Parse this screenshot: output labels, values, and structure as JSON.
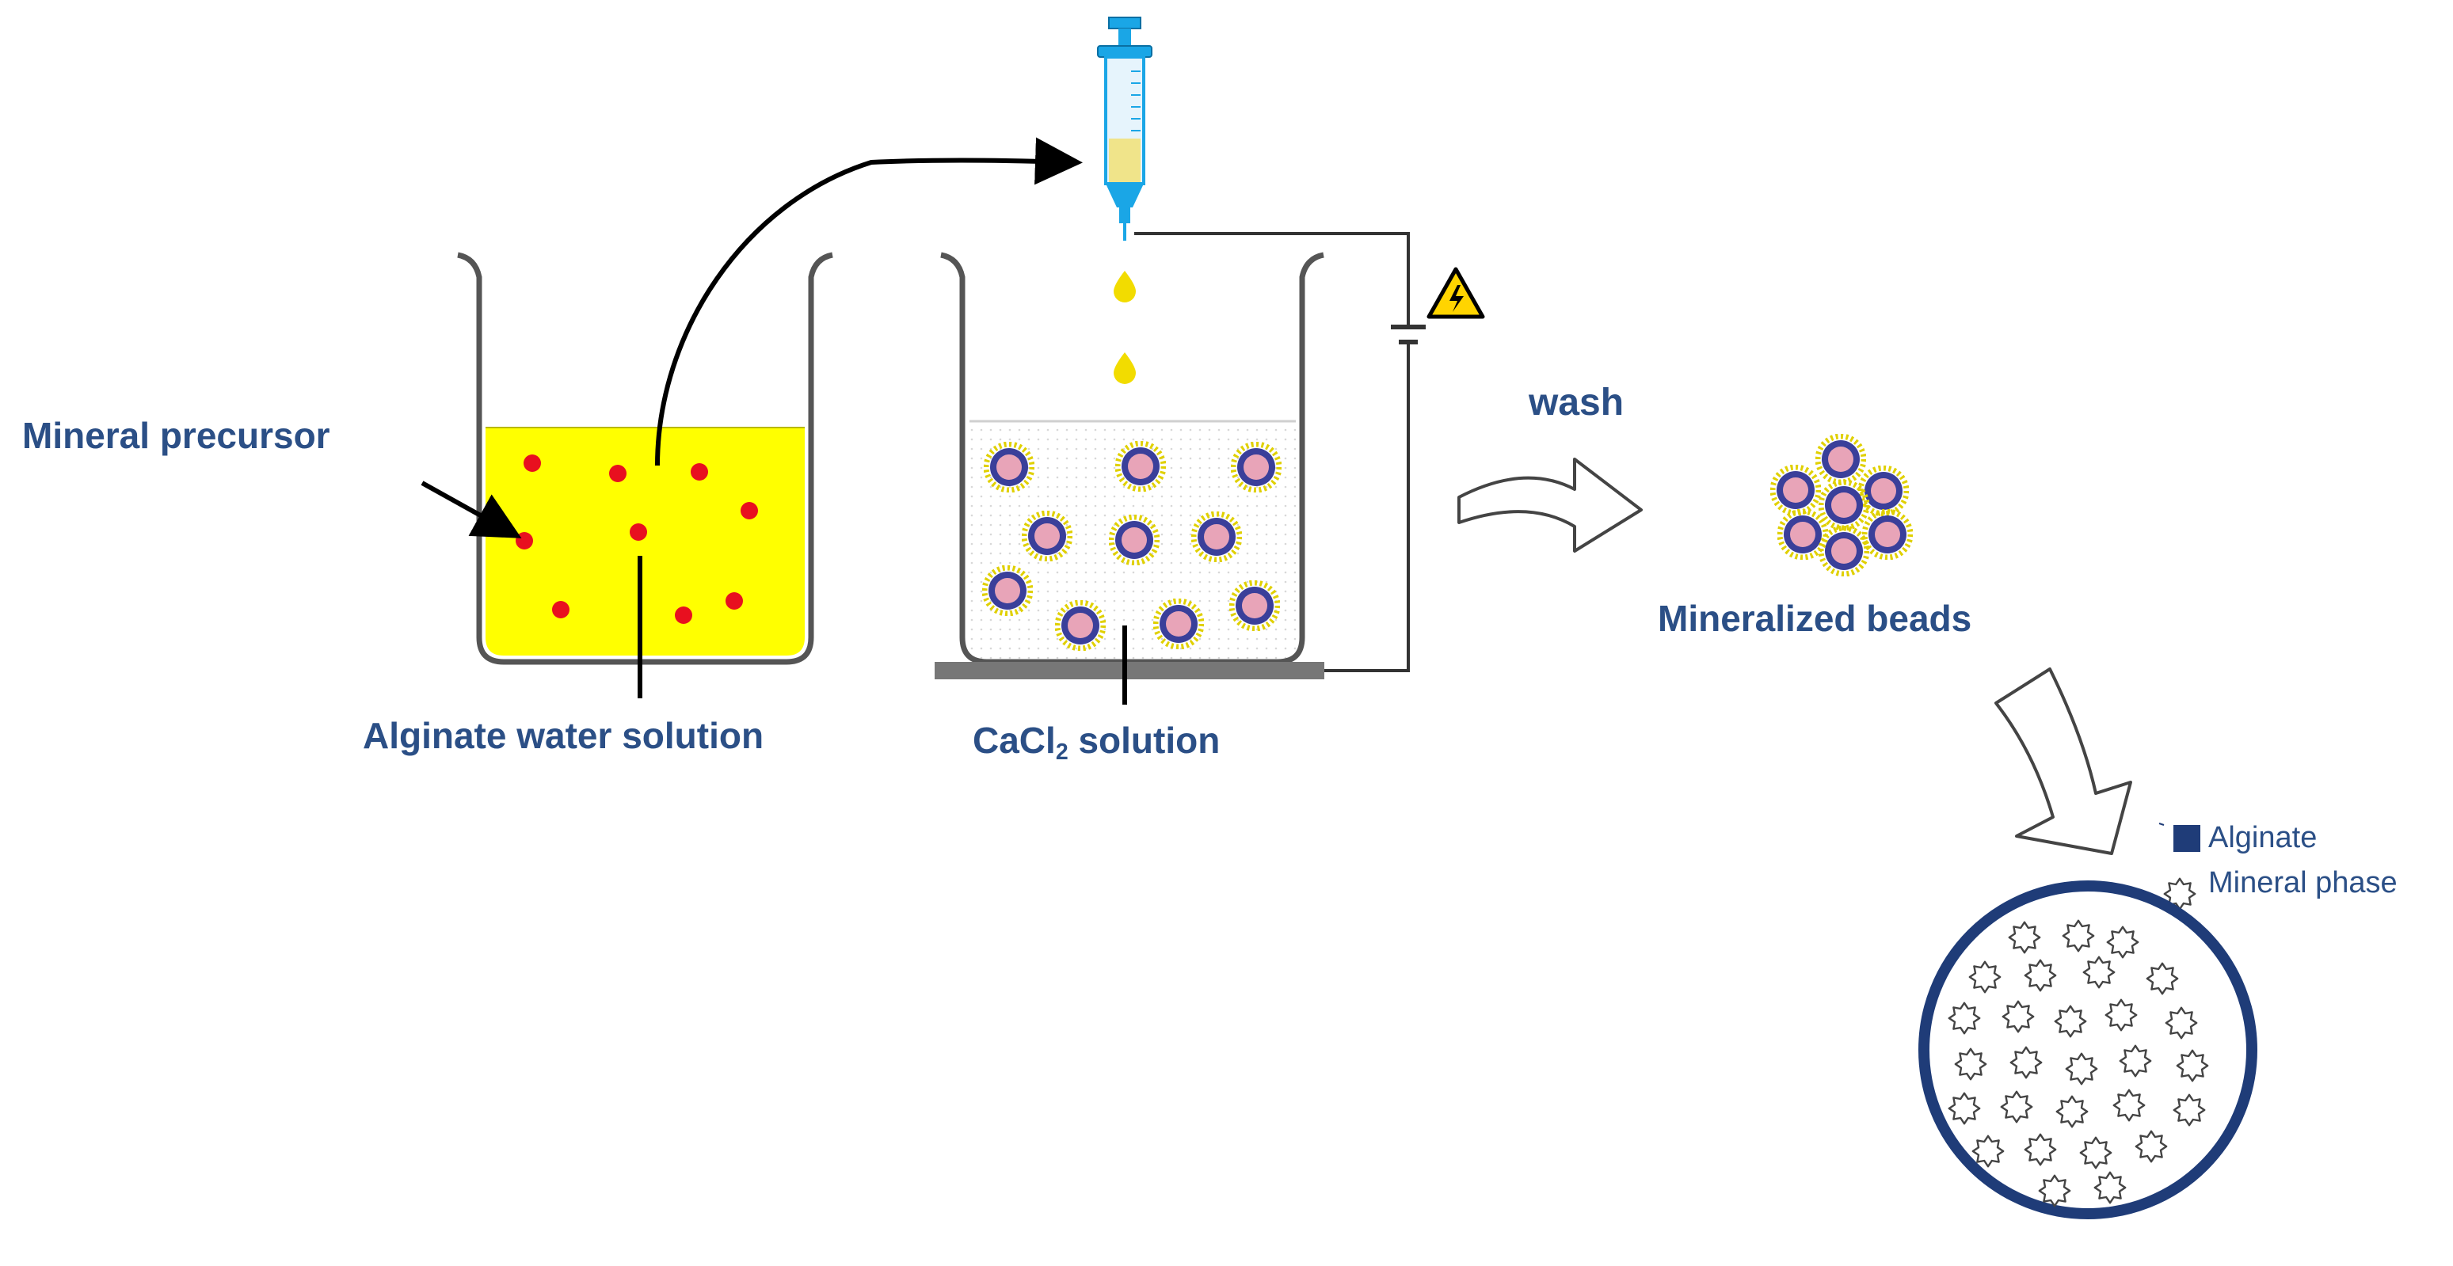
{
  "labels": {
    "mineral_precursor": "Mineral precursor",
    "alginate_solution": "Alginate water solution",
    "cacl2_prefix": "CaCl",
    "cacl2_sub": "2",
    "cacl2_suffix": " solution",
    "wash": "wash",
    "mineralized_beads": "Mineralized beads"
  },
  "legend": {
    "alginate": "Alginate",
    "mineral_phase": "Mineral phase"
  },
  "colors": {
    "label_text": "#2b4f86",
    "alginate_liquid": "#ffff00",
    "precursor_dot": "#e8101f",
    "bead_core": "#e8a4b8",
    "bead_shell": "#3a3f9a",
    "bead_spikes": "#e0d000",
    "bead_outline": "#1f3c78",
    "syringe": "#1aa6e6",
    "drop": "#f2dc00",
    "warning": "#ffd400"
  },
  "icons": {
    "syringe": "syringe-icon",
    "warning": "high-voltage-warning-icon",
    "wash_arrow": "curved-arrow-icon"
  }
}
